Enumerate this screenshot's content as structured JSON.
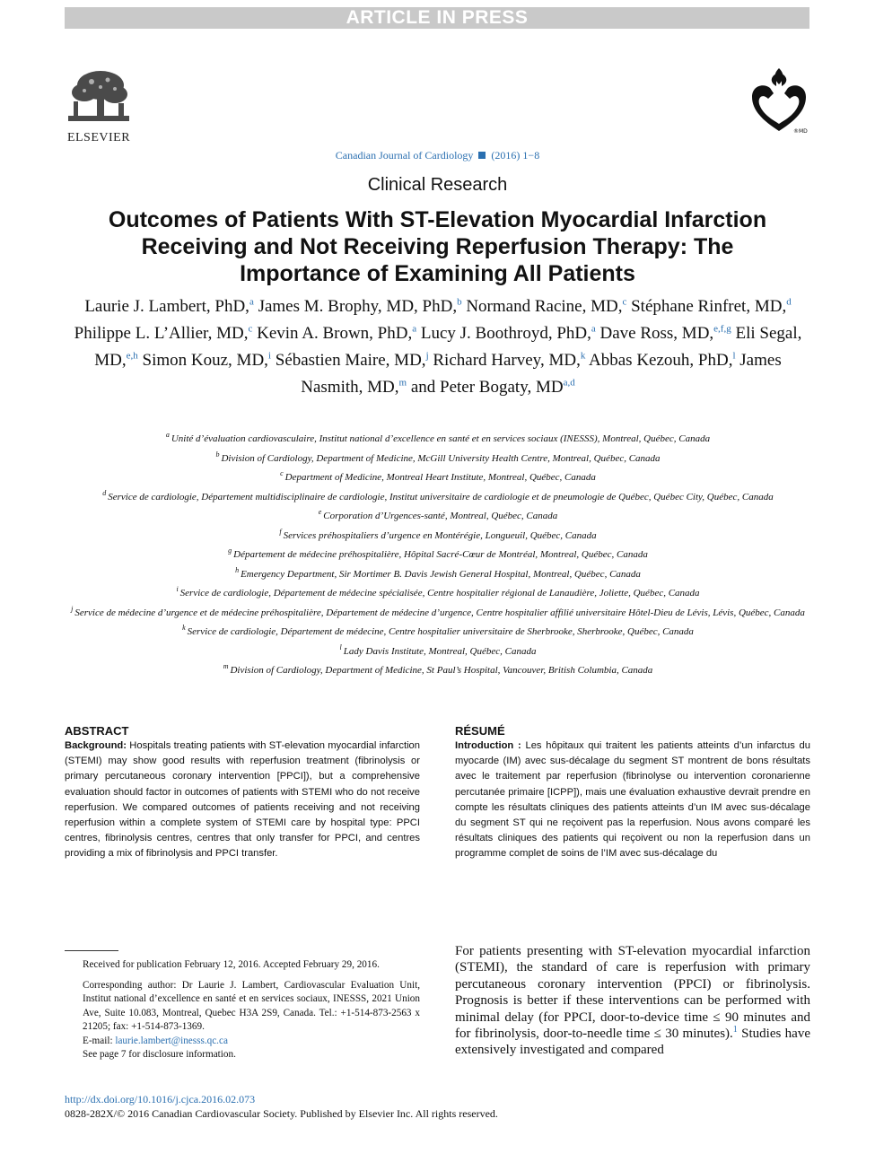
{
  "banner": "ARTICLE IN PRESS",
  "publisher_logo": {
    "icon": "elsevier-tree-icon",
    "text": "ELSEVIER"
  },
  "society_logo": {
    "icon": "ccs-heart-logo-icon",
    "mark": "®MD"
  },
  "journal": {
    "name": "Canadian Journal of Cardiology",
    "year": "(2016)",
    "pages": "1−8"
  },
  "section": "Clinical Research",
  "title": "Outcomes of Patients With ST-Elevation Myocardial Infarction Receiving and Not Receiving Reperfusion Therapy: The Importance of Examining All Patients",
  "authors": [
    {
      "name": "Laurie J. Lambert, PhD,",
      "aff": "a"
    },
    {
      "name": "James M. Brophy, MD, PhD,",
      "aff": "b"
    },
    {
      "name": "Normand Racine, MD,",
      "aff": "c"
    },
    {
      "name": "Stéphane Rinfret, MD,",
      "aff": "d"
    },
    {
      "name": "Philippe L. L’Allier, MD,",
      "aff": "c"
    },
    {
      "name": "Kevin A. Brown, PhD,",
      "aff": "a"
    },
    {
      "name": "Lucy J. Boothroyd, PhD,",
      "aff": "a"
    },
    {
      "name": "Dave Ross, MD,",
      "aff": "e,f,g"
    },
    {
      "name": "Eli Segal, MD,",
      "aff": "e,h"
    },
    {
      "name": "Simon Kouz, MD,",
      "aff": "i"
    },
    {
      "name": "Sébastien Maire, MD,",
      "aff": "j"
    },
    {
      "name": "Richard Harvey, MD,",
      "aff": "k"
    },
    {
      "name": "Abbas Kezouh, PhD,",
      "aff": "l"
    },
    {
      "name": "James Nasmith, MD,",
      "aff": "m"
    },
    {
      "name": "and",
      "aff": ""
    },
    {
      "name": "Peter Bogaty, MD",
      "aff": "a,d"
    }
  ],
  "affiliations": [
    {
      "key": "a",
      "text": "Unité d’évaluation cardiovasculaire, Institut national d’excellence en santé et en services sociaux (INESSS), Montreal, Québec, Canada"
    },
    {
      "key": "b",
      "text": "Division of Cardiology, Department of Medicine, McGill University Health Centre, Montreal, Québec, Canada"
    },
    {
      "key": "c",
      "text": "Department of Medicine, Montreal Heart Institute, Montreal, Québec, Canada"
    },
    {
      "key": "d",
      "text": "Service de cardiologie, Département multidisciplinaire de cardiologie, Institut universitaire de cardiologie et de pneumologie de Québec, Québec City, Québec, Canada"
    },
    {
      "key": "e",
      "text": "Corporation d’Urgences-santé, Montreal, Québec, Canada"
    },
    {
      "key": "f",
      "text": "Services préhospitaliers d’urgence en Montérégie, Longueuil, Québec, Canada"
    },
    {
      "key": "g",
      "text": "Département de médecine préhospitalière, Hôpital Sacré-Cœur de Montréal, Montreal, Québec, Canada"
    },
    {
      "key": "h",
      "text": "Emergency Department, Sir Mortimer B. Davis Jewish General Hospital, Montreal, Québec, Canada"
    },
    {
      "key": "i",
      "text": "Service de cardiologie, Département de médecine spécialisée, Centre hospitalier régional de Lanaudière, Joliette, Québec, Canada"
    },
    {
      "key": "j",
      "text": "Service de médecine d’urgence et de médecine préhospitalière, Département de médecine d’urgence, Centre hospitalier affilié universitaire Hôtel-Dieu de Lévis, Lévis, Québec, Canada"
    },
    {
      "key": "k",
      "text": "Service de cardiologie, Département de médecine, Centre hospitalier universitaire de Sherbrooke, Sherbrooke, Québec, Canada"
    },
    {
      "key": "l",
      "text": "Lady Davis Institute, Montreal, Québec, Canada"
    },
    {
      "key": "m",
      "text": "Division of Cardiology, Department of Medicine, St Paul’s Hospital, Vancouver, British Columbia, Canada"
    }
  ],
  "abstract": {
    "heading": "ABSTRACT",
    "label": "Background:",
    "text": "Hospitals treating patients with ST-elevation myocardial infarction (STEMI) may show good results with reperfusion treatment (fibrinolysis or primary percutaneous coronary intervention [PPCI]), but a comprehensive evaluation should factor in outcomes of patients with STEMI who do not receive reperfusion. We compared outcomes of patients receiving and not receiving reperfusion within a complete system of STEMI care by hospital type: PPCI centres, fibrinolysis centres, centres that only transfer for PPCI, and centres providing a mix of fibrinolysis and PPCI transfer."
  },
  "resume": {
    "heading": "RÉSUMÉ",
    "label": "Introduction :",
    "text": "Les hôpitaux qui traitent les patients atteints d’un infarctus du myocarde (IM) avec sus-décalage du segment ST montrent de bons résultats avec le traitement par reperfusion (fibrinolyse ou intervention coronarienne percutanée primaire [ICPP]), mais une évaluation exhaustive devrait prendre en compte les résultats cliniques des patients atteints d’un IM avec sus-décalage du segment ST qui ne reçoivent pas la reperfusion. Nous avons comparé les résultats cliniques des patients qui reçoivent ou non la reperfusion dans un programme complet de soins de l’IM avec sus-décalage du"
  },
  "footnotes": {
    "received": "Received for publication February 12, 2016. Accepted February 29, 2016.",
    "corresponding": "Corresponding author: Dr Laurie J. Lambert, Cardiovascular Evaluation Unit, Institut national d’excellence en santé et en services sociaux, INESSS, 2021 Union Ave, Suite 10.083, Montreal, Quebec H3A 2S9, Canada. Tel.: +1-514-873-2563 x 21205; fax: +1-514-873-1369.",
    "email_label": "E-mail:",
    "email": "laurie.lambert@inesss.qc.ca",
    "disclosure": "See page 7 for disclosure information."
  },
  "body": {
    "text": "For patients presenting with ST-elevation myocardial infarction (STEMI), the standard of care is reperfusion with primary percutaneous coronary intervention (PPCI) or fibrinolysis. Prognosis is better if these interventions can be performed with minimal delay (for PPCI, door-to-device time ≤ 90 minutes and for fibrinolysis, door-to-needle time ≤ 30 minutes).",
    "ref": "1",
    "text_after": " Studies have extensively investigated and compared"
  },
  "doi": "http://dx.doi.org/10.1016/j.cjca.2016.02.073",
  "copyright": "0828-282X/© 2016 Canadian Cardiovascular Society. Published by Elsevier Inc. All rights reserved."
}
